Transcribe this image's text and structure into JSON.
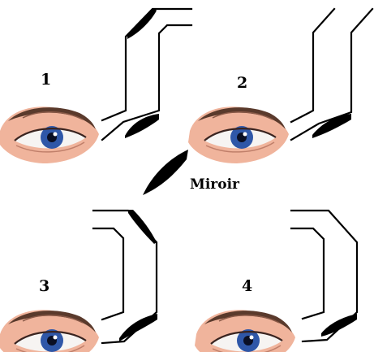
{
  "caption": "Miroir",
  "panels": [
    {
      "number": "1"
    },
    {
      "number": "2"
    },
    {
      "number": "3"
    },
    {
      "number": "4"
    }
  ],
  "colors": {
    "line": "#000000",
    "background": "#ffffff",
    "skin": "#f0b49c",
    "iris": "#2f57a8"
  }
}
